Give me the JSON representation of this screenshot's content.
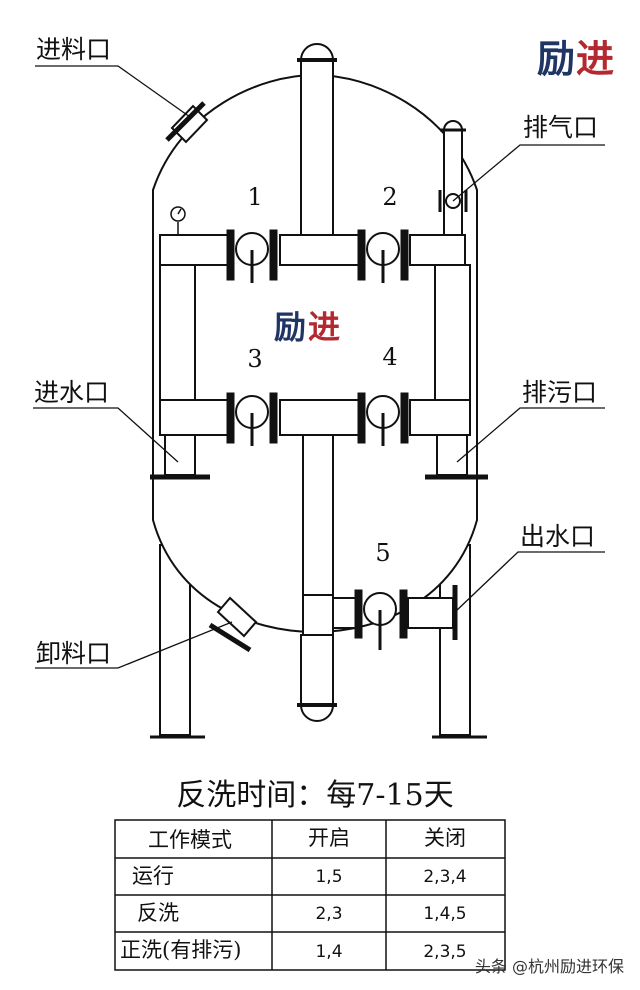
{
  "brand": {
    "logo_part1": "励",
    "logo_part2": "进"
  },
  "ports": {
    "feed_inlet": "进料口",
    "vent": "排气口",
    "water_inlet": "进水口",
    "drain": "排污口",
    "water_outlet": "出水口",
    "discharge": "卸料口"
  },
  "valves": [
    "1",
    "2",
    "3",
    "4",
    "5"
  ],
  "caption": "反洗时间：每7-15天",
  "table": {
    "headers": [
      "工作模式",
      "开启",
      "关闭"
    ],
    "rows": [
      {
        "mode": "运行",
        "open": "1,5",
        "close": "2,3,4"
      },
      {
        "mode": "反洗",
        "open": "2,3",
        "close": "1,4,5"
      },
      {
        "mode": "正洗(有排污)",
        "open": "1,4",
        "close": "2,3,5"
      }
    ]
  },
  "watermark": "头条 @杭州励进环保"
}
